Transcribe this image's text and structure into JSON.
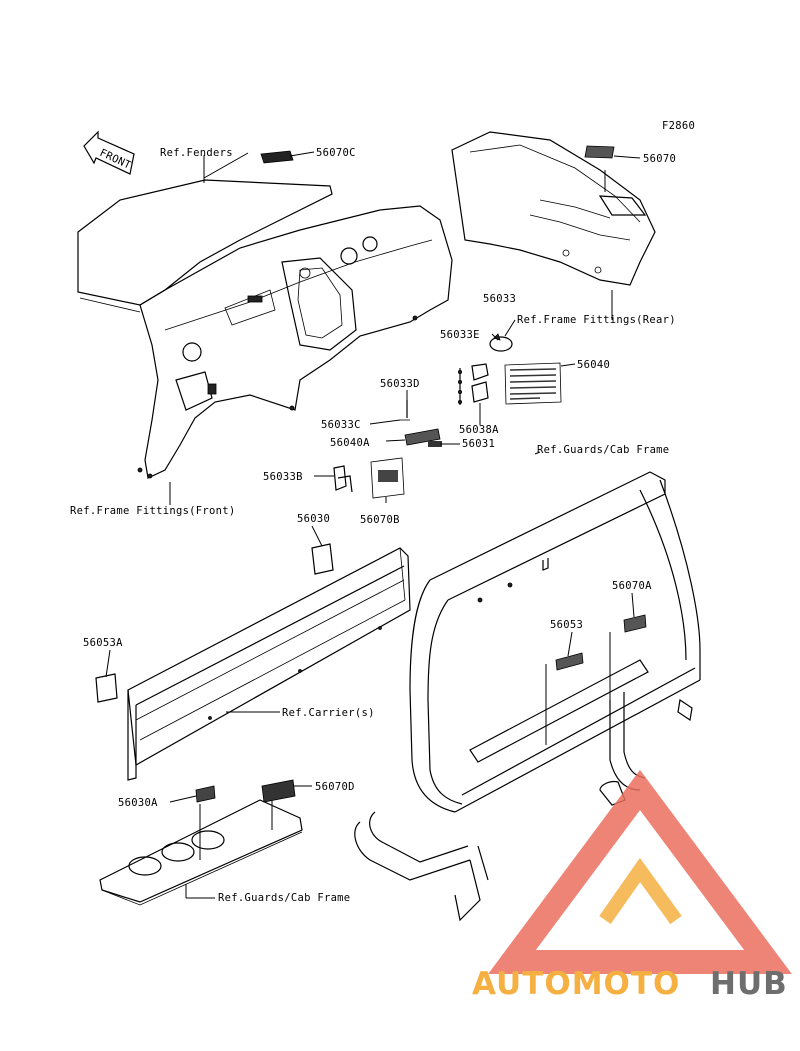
{
  "diagram": {
    "figure_code": "F2860",
    "front_marker": "FRONT",
    "part_numbers": {
      "p56070C": "56070C",
      "p56070": "56070",
      "p56033": "56033",
      "p56033E": "56033E",
      "p56040": "56040",
      "p56033D": "56033D",
      "p56033C": "56033C",
      "p56038A": "56038A",
      "p56040A": "56040A",
      "p56031": "56031",
      "p56033B": "56033B",
      "p56070B": "56070B",
      "p56030": "56030",
      "p56053A": "56053A",
      "p56070A": "56070A",
      "p56053": "56053",
      "p56030A": "56030A",
      "p56070D": "56070D"
    },
    "references": {
      "fenders": "Ref.Fenders",
      "frame_rear": "Ref.Frame Fittings(Rear)",
      "guards_cab_top": "Ref.Guards/Cab Frame",
      "frame_front": "Ref.Frame Fittings(Front)",
      "carrier": "Ref.Carrier(s)",
      "guards_cab_bottom": "Ref.Guards/Cab Frame"
    }
  },
  "watermark": {
    "text_part1": "AUTOMOTO",
    "text_part2": "HUB",
    "colors": {
      "orange": "#f5b041",
      "red": "#e74c3c",
      "gray": "#6e6e6e"
    }
  }
}
